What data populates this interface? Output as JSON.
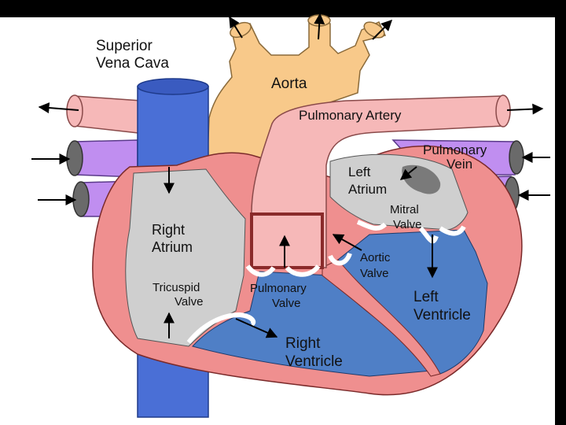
{
  "labels": {
    "superior_vena_cava_1": "Superior",
    "superior_vena_cava_2": "Vena Cava",
    "aorta": "Aorta",
    "pulmonary_artery": "Pulmonary Artery",
    "pulmonary_vein_1": "Pulmonary",
    "pulmonary_vein_2": "Vein",
    "left_atrium_1": "Left",
    "left_atrium_2": "Atrium",
    "mitral_valve_1": "Mitral",
    "mitral_valve_2": "Valve",
    "right_atrium_1": "Right",
    "right_atrium_2": "Atrium",
    "aortic_valve_1": "Aortic",
    "aortic_valve_2": "Valve",
    "tricuspid_valve_1": "Tricuspid",
    "tricuspid_valve_2": "Valve",
    "pulmonary_valve_1": "Pulmonary",
    "pulmonary_valve_2": "Valve",
    "left_ventricle_1": "Left",
    "left_ventricle_2": "Ventricle",
    "right_ventricle_1": "Right",
    "right_ventricle_2": "Ventricle"
  },
  "colors": {
    "vena_cava": "#4a6fd6",
    "aorta": "#f8c98a",
    "pulmonary_artery": "#f6b8b8",
    "pulmonary_vein": "#c08ef0",
    "myocardium": "#ef8f8f",
    "atrium_chamber": "#cfcfcf",
    "ventricle_chamber": "#4f7fc6",
    "valve": "#ffffff",
    "arrow": "#000000",
    "frame": "#000000"
  }
}
